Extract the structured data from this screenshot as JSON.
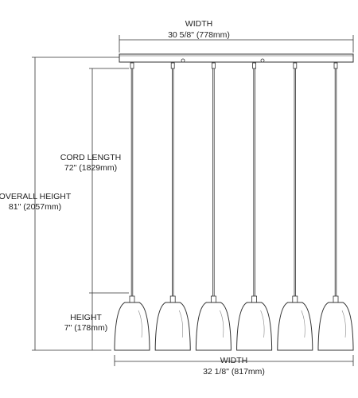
{
  "labels": {
    "top_width_title": "WIDTH",
    "top_width_value": "30 5/8\" (778mm)",
    "cord_title": "CORD LENGTH",
    "cord_value": "72\" (1829mm)",
    "overall_title": "OVERALL HEIGHT",
    "overall_value": "81\" (2057mm)",
    "height_title": "HEIGHT",
    "height_value": "7\" (178mm)",
    "bottom_width_title": "WIDTH",
    "bottom_width_value": "32 1/8\" (817mm)"
  },
  "pendant_count": 6,
  "colors": {
    "line": "#333333",
    "shade_fill": "#ffffff"
  }
}
